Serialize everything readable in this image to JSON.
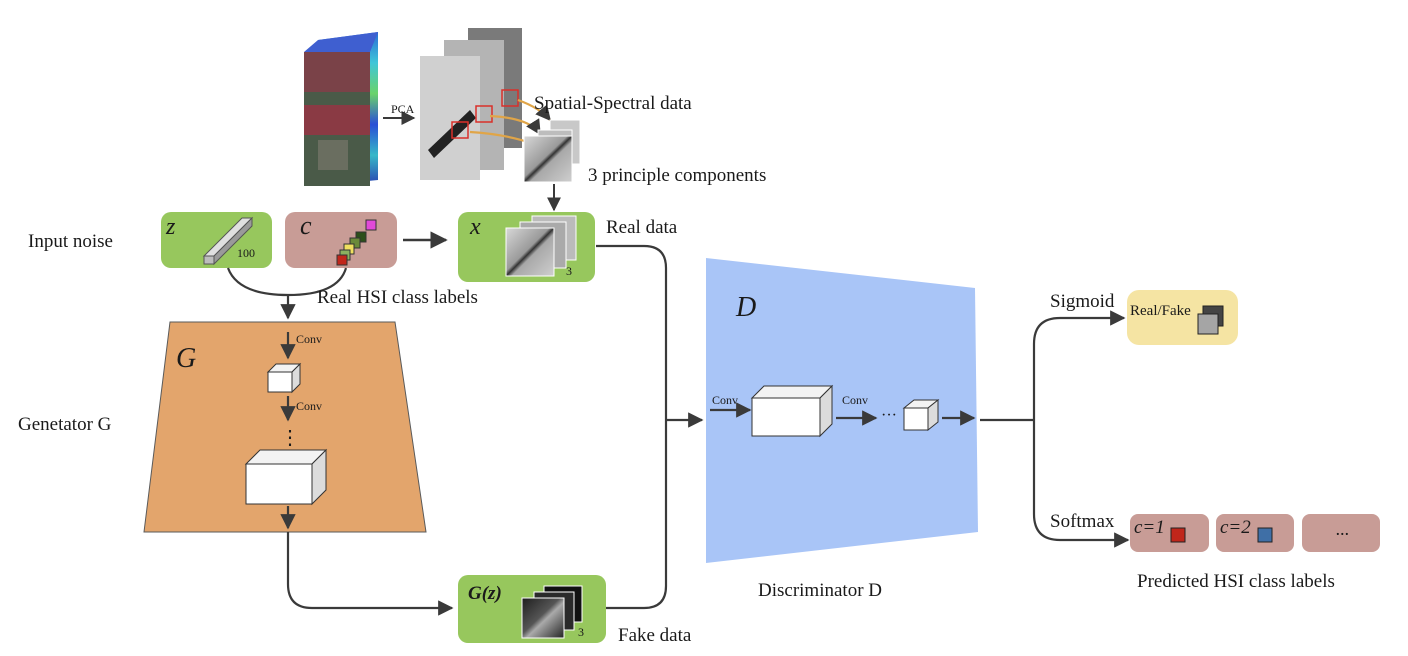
{
  "labels": {
    "pca": "PCA",
    "spatial_spectral": "Spatial-Spectral data",
    "principle_components": "3 principle components",
    "input_noise": "Input noise",
    "real_hsi_class_labels": "Real HSI class labels",
    "real_data": "Real data",
    "fake_data": "Fake data",
    "generator": "Genetator G",
    "discriminator": "Discriminator D",
    "sigmoid": "Sigmoid",
    "softmax": "Softmax",
    "predicted_labels": "Predicted HSI class labels",
    "real_fake": "Real/Fake",
    "conv": "Conv",
    "ellipsis_h": "···",
    "ellipsis_v": "⋮",
    "ellipsis_text": "...",
    "count_100": "100",
    "count_3": "3"
  },
  "nodes": {
    "z": "z",
    "c": "c",
    "x": "x",
    "G": "G",
    "D": "D",
    "Gz": "G(z)",
    "class1": "c=1",
    "class2": "c=2"
  },
  "colors": {
    "green": "#97c75d",
    "rose": "#c89c96",
    "orange": "#e3a56c",
    "blue": "#a9c5f7",
    "yellow": "#f5e4a3",
    "arrow": "#3a3a3a",
    "class1_swatch": "#c0261b",
    "class2_swatch": "#3f6fa6"
  }
}
